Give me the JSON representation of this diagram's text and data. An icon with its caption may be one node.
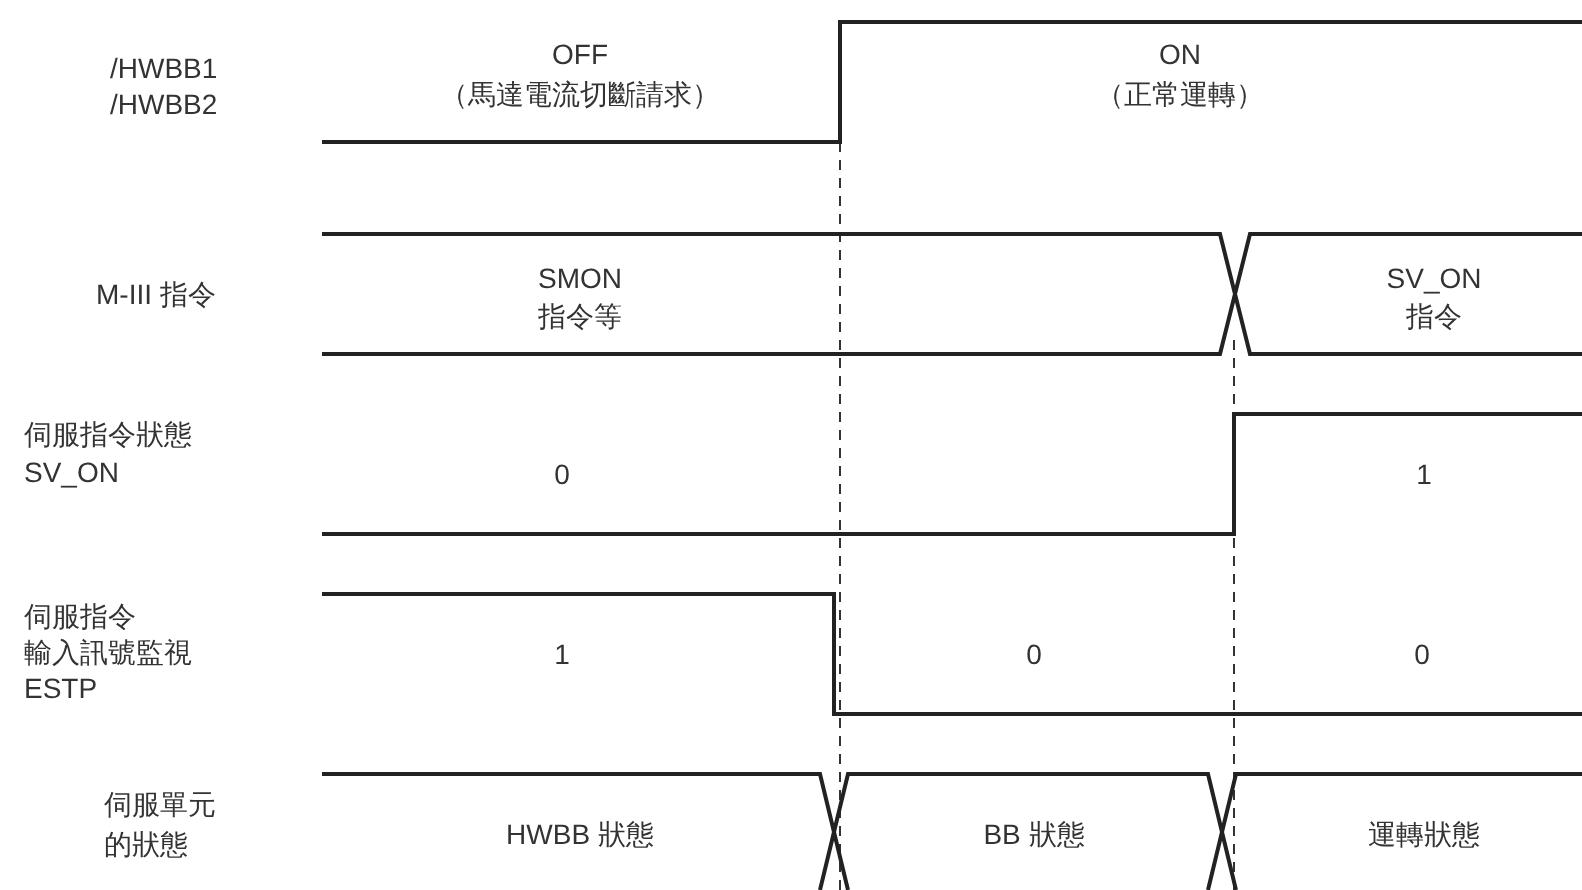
{
  "diagram": {
    "labels": [
      "/HWBB1",
      "/HWBB2",
      "OFF",
      "（馬達電流切斷請求）",
      "ON",
      "（正常運轉）",
      "M-III 指令",
      "SMON",
      "指令等",
      "SV_ON",
      "指令",
      "伺服指令狀態",
      "SV_ON",
      "0",
      "1",
      "伺服指令",
      "輸入訊號監視",
      "ESTP",
      "1",
      "0",
      "0",
      "伺服單元",
      "的狀態",
      "HWBB 狀態",
      "BB 狀態",
      "運轉狀態"
    ]
  }
}
